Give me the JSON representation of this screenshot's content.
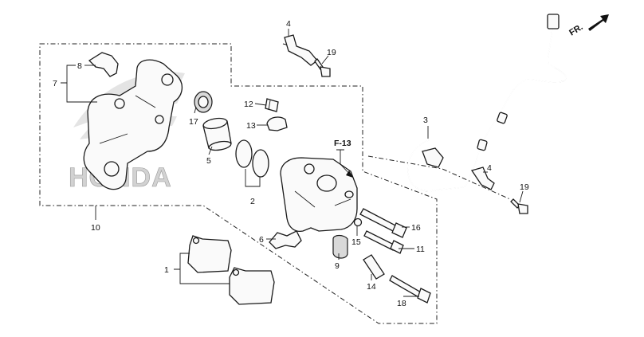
{
  "diagram": {
    "watermark": "HONDA",
    "direction_label": "FR.",
    "reference_label": "F-13",
    "callouts": [
      {
        "id": "c1",
        "label": "1"
      },
      {
        "id": "c2",
        "label": "2"
      },
      {
        "id": "c3",
        "label": "3"
      },
      {
        "id": "c4a",
        "label": "4"
      },
      {
        "id": "c4b",
        "label": "4"
      },
      {
        "id": "c5",
        "label": "5"
      },
      {
        "id": "c6",
        "label": "6"
      },
      {
        "id": "c7",
        "label": "7"
      },
      {
        "id": "c8",
        "label": "8"
      },
      {
        "id": "c9",
        "label": "9"
      },
      {
        "id": "c10",
        "label": "10"
      },
      {
        "id": "c11",
        "label": "11"
      },
      {
        "id": "c12",
        "label": "12"
      },
      {
        "id": "c13",
        "label": "13"
      },
      {
        "id": "c14",
        "label": "14"
      },
      {
        "id": "c15",
        "label": "15"
      },
      {
        "id": "c16",
        "label": "16"
      },
      {
        "id": "c17",
        "label": "17"
      },
      {
        "id": "c18",
        "label": "18"
      },
      {
        "id": "c19a",
        "label": "19"
      },
      {
        "id": "c19b",
        "label": "19"
      }
    ]
  }
}
